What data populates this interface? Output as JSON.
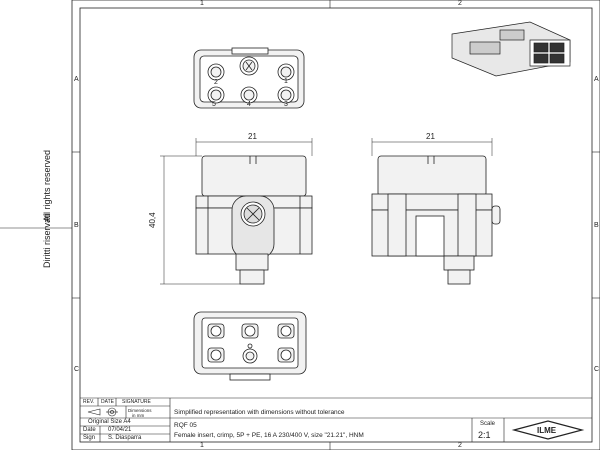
{
  "zones": {
    "cols": [
      "1",
      "2"
    ],
    "rows": [
      "A",
      "B",
      "C"
    ]
  },
  "side_text": {
    "line1": "Diritti riservati",
    "line2": "All rights reserved"
  },
  "dimensions": {
    "width_front": "21",
    "width_side": "21",
    "height": "40,4"
  },
  "pin_labels": [
    "2",
    "5",
    "4",
    "3",
    "1"
  ],
  "revision_table": {
    "rev": "REV.",
    "date": "DATE",
    "signature": "SIGNATURE"
  },
  "title_block": {
    "dimensions_label": "Dimensions",
    "dimensions_unit": "in mm",
    "original_size": "Original Size A4",
    "date_label": "Date",
    "date_value": "07/04/21",
    "sign_label": "Sign",
    "sign_value": "S. Diasparra",
    "note": "Simplified representation with dimensions without tolerance",
    "code": "RQF 05",
    "description": "Female insert, crimp, 5P + PE, 16 A 230/400 V, size \"21.21\", HNM",
    "scale_label": "Scale",
    "scale_value": "2:1",
    "logo": "ILME"
  },
  "colors": {
    "line": "#222222",
    "fill": "#f2f2f2",
    "dark": "#555555"
  }
}
